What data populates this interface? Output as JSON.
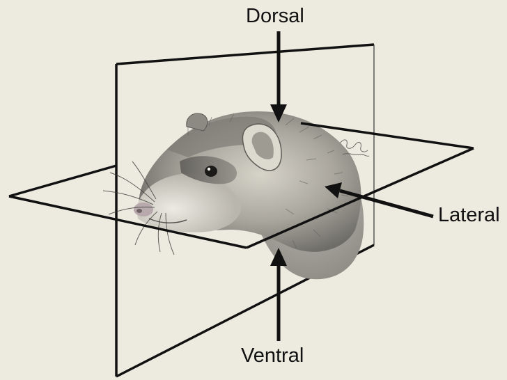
{
  "labels": {
    "dorsal": "Dorsal",
    "lateral": "Lateral",
    "ventral": "Ventral"
  },
  "illustration": {
    "subject": "ferret-head",
    "line_color": "#111111",
    "background_color": "#edeae0"
  }
}
